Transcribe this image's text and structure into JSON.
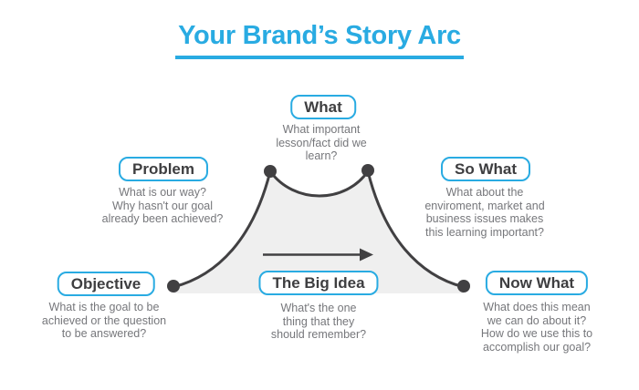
{
  "title": {
    "text": "Your Brand’s Story Arc"
  },
  "colors": {
    "accent_blue": "#29ABE2",
    "arc_fill": "#EFEFEF",
    "arc_stroke": "#414042",
    "label_text": "#3E3E40",
    "body_text": "#76777B"
  },
  "stages": {
    "objective": {
      "label": "Objective",
      "description_lines": [
        "What is the goal to be",
        "achieved or the question",
        "to be answered?"
      ]
    },
    "problem": {
      "label": "Problem",
      "description_lines": [
        "What is our way?",
        "Why hasn't our goal",
        "already been achieved?"
      ]
    },
    "what": {
      "label": "What",
      "description_lines": [
        "What important",
        "lesson/fact did we",
        "learn?"
      ]
    },
    "so_what": {
      "label": "So What",
      "description_lines": [
        "What about the",
        "enviroment, market and",
        "business issues makes",
        "this learning important?"
      ]
    },
    "big_idea": {
      "label": "The Big Idea",
      "description_lines": [
        "What's the one",
        "thing that they",
        "should remember?"
      ]
    },
    "now_what": {
      "label": "Now What",
      "description_lines": [
        "What does this mean",
        "we can do about it?",
        "How do we use this to",
        "accomplish our goal?"
      ]
    }
  }
}
